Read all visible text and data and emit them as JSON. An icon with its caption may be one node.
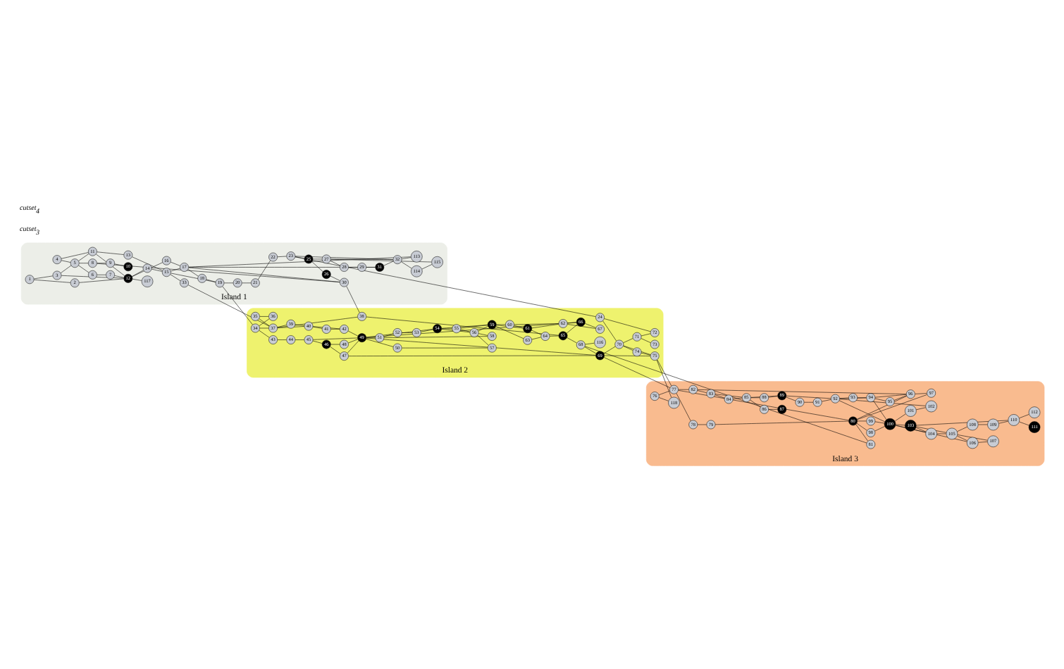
{
  "diagram": {
    "nodes": [
      {
        "text": [
          "Island 1"
        ]
      },
      {
        "text": [
          "Island 2"
        ]
      },
      {
        "text": [
          "Island 3"
        ]
      },
      {
        "text": [
          "1"
        ],
        "in": 0
      },
      {
        "text": [
          "2"
        ],
        "in": 0
      },
      {
        "text": [
          "3"
        ],
        "in": 0
      },
      {
        "text": [
          "4"
        ],
        "in": 0
      },
      {
        "text": [
          "5"
        ],
        "in": 0
      },
      {
        "text": [
          "6"
        ],
        "in": 0
      },
      {
        "text": [
          "7"
        ],
        "in": 0
      },
      {
        "text": [
          "8"
        ],
        "in": 0
      },
      {
        "text": [
          "9"
        ],
        "in": 0
      },
      {
        "text": [
          "10"
        ],
        "in": 0
      },
      {
        "text": [
          "11"
        ],
        "in": 0
      },
      {
        "text": [
          "12"
        ],
        "in": 0
      },
      {
        "text": [
          "13"
        ],
        "in": 0
      },
      {
        "text": [
          "14"
        ],
        "in": 0
      },
      {
        "text": [
          "15"
        ],
        "in": 0
      },
      {
        "text": [
          "16"
        ],
        "in": 0
      },
      {
        "text": [
          "17"
        ],
        "in": 0
      },
      {
        "text": [
          "18"
        ],
        "in": 0
      },
      {
        "text": [
          "19"
        ],
        "in": 0
      },
      {
        "text": [
          "20"
        ],
        "in": 0
      },
      {
        "text": [
          "21"
        ],
        "in": 0
      },
      {
        "text": [
          "22"
        ],
        "in": 0
      },
      {
        "text": [
          "23"
        ],
        "in": 0
      },
      {
        "text": [
          "24"
        ],
        "in": 1
      },
      {
        "text": [
          "25"
        ],
        "in": 0
      },
      {
        "text": [
          "26"
        ],
        "in": 0
      },
      {
        "text": [
          "27"
        ],
        "in": 0
      },
      {
        "text": [
          "28"
        ],
        "in": 0
      },
      {
        "text": [
          "29"
        ],
        "in": 0
      },
      {
        "text": [
          "30"
        ],
        "in": 0
      },
      {
        "text": [
          "31"
        ],
        "in": 0
      },
      {
        "text": [
          "32"
        ],
        "in": 0
      },
      {
        "text": [
          "33"
        ],
        "in": 0
      },
      {
        "text": [
          "34"
        ],
        "in": 1
      },
      {
        "text": [
          "35"
        ],
        "in": 1
      },
      {
        "text": [
          "36"
        ],
        "in": 1
      },
      {
        "text": [
          "37"
        ],
        "in": 1
      },
      {
        "text": [
          "38"
        ],
        "in": 1
      },
      {
        "text": [
          "39"
        ],
        "in": 1
      },
      {
        "text": [
          "40"
        ],
        "in": 1
      },
      {
        "text": [
          "41"
        ],
        "in": 1
      },
      {
        "text": [
          "42"
        ],
        "in": 1
      },
      {
        "text": [
          "43"
        ],
        "in": 1
      },
      {
        "text": [
          "44"
        ],
        "in": 1
      },
      {
        "text": [
          "45"
        ],
        "in": 1
      },
      {
        "text": [
          "46"
        ],
        "in": 1
      },
      {
        "text": [
          "47"
        ],
        "in": 1
      },
      {
        "text": [
          "48"
        ],
        "in": 1
      },
      {
        "text": [
          "49"
        ],
        "in": 1
      },
      {
        "text": [
          "50"
        ],
        "in": 1
      },
      {
        "text": [
          "51"
        ],
        "in": 1
      },
      {
        "text": [
          "52"
        ],
        "in": 1
      },
      {
        "text": [
          "53"
        ],
        "in": 1
      },
      {
        "text": [
          "54"
        ],
        "in": 1
      },
      {
        "text": [
          "55"
        ],
        "in": 1
      },
      {
        "text": [
          "56"
        ],
        "in": 1
      },
      {
        "text": [
          "57"
        ],
        "in": 1
      },
      {
        "text": [
          "58"
        ],
        "in": 1
      },
      {
        "text": [
          "59"
        ],
        "in": 1
      },
      {
        "text": [
          "60"
        ],
        "in": 1
      },
      {
        "text": [
          "61"
        ],
        "in": 1
      },
      {
        "text": [
          "62"
        ],
        "in": 1
      },
      {
        "text": [
          "63"
        ],
        "in": 1
      },
      {
        "text": [
          "64"
        ],
        "in": 1
      },
      {
        "text": [
          "65"
        ],
        "in": 1
      },
      {
        "text": [
          "66"
        ],
        "in": 1
      },
      {
        "text": [
          "67"
        ],
        "in": 1
      },
      {
        "text": [
          "68"
        ],
        "in": 1
      },
      {
        "text": [
          "69"
        ],
        "in": 1
      },
      {
        "text": [
          "70"
        ],
        "in": 1
      },
      {
        "text": [
          "71"
        ],
        "in": 1
      },
      {
        "text": [
          "72"
        ],
        "in": 1
      },
      {
        "text": [
          "73"
        ],
        "in": 1
      },
      {
        "text": [
          "74"
        ],
        "in": 1
      },
      {
        "text": [
          "75"
        ],
        "in": 1
      },
      {
        "text": [
          "76"
        ],
        "in": 2
      },
      {
        "text": [
          "77"
        ],
        "in": 2
      },
      {
        "text": [
          "78"
        ],
        "in": 2
      },
      {
        "text": [
          "79"
        ],
        "in": 2
      },
      {
        "text": [
          "80"
        ],
        "in": 2
      },
      {
        "text": [
          "81"
        ],
        "in": 2
      },
      {
        "text": [
          "82"
        ],
        "in": 2
      },
      {
        "text": [
          "83"
        ],
        "in": 2
      },
      {
        "text": [
          "84"
        ],
        "in": 2
      },
      {
        "text": [
          "85"
        ],
        "in": 2
      },
      {
        "text": [
          "86"
        ],
        "in": 2
      },
      {
        "text": [
          "87"
        ],
        "in": 2
      },
      {
        "text": [
          "88"
        ],
        "in": 2
      },
      {
        "text": [
          "89"
        ],
        "in": 2
      },
      {
        "text": [
          "90"
        ],
        "in": 2
      },
      {
        "text": [
          "91"
        ],
        "in": 2
      },
      {
        "text": [
          "92"
        ],
        "in": 2
      },
      {
        "text": [
          "93"
        ],
        "in": 2
      },
      {
        "text": [
          "94"
        ],
        "in": 2
      },
      {
        "text": [
          "95"
        ],
        "in": 2
      },
      {
        "text": [
          "96"
        ],
        "in": 2
      },
      {
        "text": [
          "97"
        ],
        "in": 2
      },
      {
        "text": [
          "98"
        ],
        "in": 2
      },
      {
        "text": [
          "99"
        ],
        "in": 2
      },
      {
        "text": [
          "100"
        ],
        "in": 2
      },
      {
        "text": [
          "101"
        ],
        "in": 2
      },
      {
        "text": [
          "102"
        ],
        "in": 2
      },
      {
        "text": [
          "103"
        ],
        "in": 2
      },
      {
        "text": [
          "104"
        ],
        "in": 2
      },
      {
        "text": [
          "105"
        ],
        "in": 2
      },
      {
        "text": [
          "106"
        ],
        "in": 2
      },
      {
        "text": [
          "107"
        ],
        "in": 2
      },
      {
        "text": [
          "108"
        ],
        "in": 2
      },
      {
        "text": [
          "109"
        ],
        "in": 2
      },
      {
        "text": [
          "110"
        ],
        "in": 2
      },
      {
        "text": [
          "111"
        ],
        "in": 2
      },
      {
        "text": [
          "112"
        ],
        "in": 2
      },
      {
        "text": [
          "113"
        ],
        "in": 0
      },
      {
        "text": [
          "114"
        ],
        "in": 0
      },
      {
        "text": [
          "115"
        ],
        "in": 0
      },
      {
        "text": [
          "116"
        ],
        "in": 1
      },
      {
        "text": [
          "117"
        ],
        "in": 0
      },
      {
        "text": [
          "118"
        ],
        "in": 2
      }
    ],
    "edges": [
      {
        "from": 3,
        "to": 4,
        "arrow": "none"
      },
      {
        "from": 3,
        "to": 5,
        "arrow": "none"
      },
      {
        "from": 4,
        "to": 14,
        "arrow": "none"
      },
      {
        "from": 5,
        "to": 7,
        "arrow": "none"
      },
      {
        "from": 5,
        "to": 14,
        "arrow": "none"
      },
      {
        "from": 6,
        "to": 7,
        "arrow": "none"
      },
      {
        "from": 6,
        "to": 13,
        "arrow": "none"
      },
      {
        "from": 7,
        "to": 8,
        "arrow": "none"
      },
      {
        "from": 7,
        "to": 13,
        "arrow": "none"
      },
      {
        "from": 7,
        "to": 10,
        "arrow": "none"
      },
      {
        "from": 8,
        "to": 9,
        "arrow": "none"
      },
      {
        "from": 9,
        "to": 14,
        "arrow": "none"
      },
      {
        "from": 10,
        "to": 11,
        "arrow": "none"
      },
      {
        "from": 11,
        "to": 12,
        "arrow": "none"
      },
      {
        "from": 10,
        "to": 32,
        "arrow": "none"
      },
      {
        "from": 13,
        "to": 14,
        "arrow": "none"
      },
      {
        "from": 13,
        "to": 15,
        "arrow": "none"
      },
      {
        "from": 14,
        "to": 16,
        "arrow": "none"
      },
      {
        "from": 14,
        "to": 18,
        "arrow": "none"
      },
      {
        "from": 14,
        "to": 119,
        "arrow": "none"
      },
      {
        "from": 15,
        "to": 17,
        "arrow": "none"
      },
      {
        "from": 16,
        "to": 17,
        "arrow": "none"
      },
      {
        "from": 17,
        "to": 19,
        "arrow": "none"
      },
      {
        "from": 17,
        "to": 21,
        "arrow": "none"
      },
      {
        "from": 17,
        "to": 35,
        "arrow": "none"
      },
      {
        "from": 18,
        "to": 19,
        "arrow": "none"
      },
      {
        "from": 19,
        "to": 20,
        "arrow": "none"
      },
      {
        "from": 19,
        "to": 32,
        "arrow": "none"
      },
      {
        "from": 19,
        "to": 33,
        "arrow": "none"
      },
      {
        "from": 19,
        "to": 115,
        "arrow": "none"
      },
      {
        "from": 20,
        "to": 21,
        "arrow": "none"
      },
      {
        "from": 21,
        "to": 22,
        "arrow": "none"
      },
      {
        "from": 22,
        "to": 23,
        "arrow": "none"
      },
      {
        "from": 23,
        "to": 24,
        "arrow": "none"
      },
      {
        "from": 24,
        "to": 25,
        "arrow": "none"
      },
      {
        "from": 25,
        "to": 26,
        "arrow": "none"
      },
      {
        "from": 25,
        "to": 27,
        "arrow": "none"
      },
      {
        "from": 25,
        "to": 34,
        "arrow": "none"
      },
      {
        "from": 27,
        "to": 28,
        "arrow": "none"
      },
      {
        "from": 27,
        "to": 29,
        "arrow": "none"
      },
      {
        "from": 28,
        "to": 32,
        "arrow": "none"
      },
      {
        "from": 29,
        "to": 30,
        "arrow": "none"
      },
      {
        "from": 29,
        "to": 34,
        "arrow": "none"
      },
      {
        "from": 29,
        "to": 117,
        "arrow": "none"
      },
      {
        "from": 30,
        "to": 31,
        "arrow": "none"
      },
      {
        "from": 31,
        "to": 33,
        "arrow": "none"
      },
      {
        "from": 33,
        "to": 34,
        "arrow": "none"
      },
      {
        "from": 34,
        "to": 115,
        "arrow": "none"
      },
      {
        "from": 34,
        "to": 116,
        "arrow": "none"
      },
      {
        "from": 116,
        "to": 117,
        "arrow": "none"
      },
      {
        "from": 21,
        "to": 36,
        "arrow": "none"
      },
      {
        "from": 35,
        "to": 39,
        "arrow": "none"
      },
      {
        "from": 32,
        "to": 40,
        "arrow": "none"
      },
      {
        "from": 26,
        "to": 72,
        "arrow": "none"
      },
      {
        "from": 26,
        "to": 74,
        "arrow": "none"
      },
      {
        "from": 36,
        "to": 38,
        "arrow": "none"
      },
      {
        "from": 36,
        "to": 39,
        "arrow": "none"
      },
      {
        "from": 36,
        "to": 45,
        "arrow": "none"
      },
      {
        "from": 37,
        "to": 38,
        "arrow": "none"
      },
      {
        "from": 37,
        "to": 39,
        "arrow": "none"
      },
      {
        "from": 39,
        "to": 40,
        "arrow": "none"
      },
      {
        "from": 39,
        "to": 41,
        "arrow": "none"
      },
      {
        "from": 39,
        "to": 42,
        "arrow": "none"
      },
      {
        "from": 40,
        "to": 67,
        "arrow": "none"
      },
      {
        "from": 41,
        "to": 42,
        "arrow": "none"
      },
      {
        "from": 42,
        "to": 43,
        "arrow": "none"
      },
      {
        "from": 42,
        "to": 44,
        "arrow": "none"
      },
      {
        "from": 43,
        "to": 44,
        "arrow": "none"
      },
      {
        "from": 44,
        "to": 51,
        "arrow": "none"
      },
      {
        "from": 45,
        "to": 46,
        "arrow": "none"
      },
      {
        "from": 46,
        "to": 47,
        "arrow": "none"
      },
      {
        "from": 47,
        "to": 48,
        "arrow": "none"
      },
      {
        "from": 47,
        "to": 51,
        "arrow": "none"
      },
      {
        "from": 48,
        "to": 49,
        "arrow": "none"
      },
      {
        "from": 48,
        "to": 50,
        "arrow": "none"
      },
      {
        "from": 49,
        "to": 51,
        "arrow": "none"
      },
      {
        "from": 50,
        "to": 51,
        "arrow": "none"
      },
      {
        "from": 49,
        "to": 71,
        "arrow": "none"
      },
      {
        "from": 51,
        "to": 52,
        "arrow": "none"
      },
      {
        "from": 51,
        "to": 53,
        "arrow": "none"
      },
      {
        "from": 51,
        "to": 56,
        "arrow": "none"
      },
      {
        "from": 51,
        "to": 68,
        "arrow": "none"
      },
      {
        "from": 51,
        "to": 71,
        "arrow": "none"
      },
      {
        "from": 52,
        "to": 59,
        "arrow": "none"
      },
      {
        "from": 53,
        "to": 54,
        "arrow": "none"
      },
      {
        "from": 53,
        "to": 60,
        "arrow": "none"
      },
      {
        "from": 54,
        "to": 55,
        "arrow": "none"
      },
      {
        "from": 55,
        "to": 56,
        "arrow": "none"
      },
      {
        "from": 56,
        "to": 57,
        "arrow": "none"
      },
      {
        "from": 56,
        "to": 58,
        "arrow": "none"
      },
      {
        "from": 56,
        "to": 61,
        "arrow": "none"
      },
      {
        "from": 57,
        "to": 58,
        "arrow": "none"
      },
      {
        "from": 57,
        "to": 61,
        "arrow": "none"
      },
      {
        "from": 58,
        "to": 59,
        "arrow": "none"
      },
      {
        "from": 58,
        "to": 60,
        "arrow": "none"
      },
      {
        "from": 58,
        "to": 61,
        "arrow": "none"
      },
      {
        "from": 61,
        "to": 62,
        "arrow": "none"
      },
      {
        "from": 61,
        "to": 63,
        "arrow": "none"
      },
      {
        "from": 61,
        "to": 65,
        "arrow": "none"
      },
      {
        "from": 62,
        "to": 63,
        "arrow": "none"
      },
      {
        "from": 62,
        "to": 64,
        "arrow": "none"
      },
      {
        "from": 63,
        "to": 64,
        "arrow": "none"
      },
      {
        "from": 63,
        "to": 66,
        "arrow": "none"
      },
      {
        "from": 64,
        "to": 68,
        "arrow": "none"
      },
      {
        "from": 64,
        "to": 69,
        "arrow": "none"
      },
      {
        "from": 65,
        "to": 66,
        "arrow": "none"
      },
      {
        "from": 66,
        "to": 67,
        "arrow": "none"
      },
      {
        "from": 67,
        "to": 68,
        "arrow": "none"
      },
      {
        "from": 67,
        "to": 70,
        "arrow": "none"
      },
      {
        "from": 68,
        "to": 69,
        "arrow": "none"
      },
      {
        "from": 70,
        "to": 71,
        "arrow": "none"
      },
      {
        "from": 70,
        "to": 83,
        "arrow": "none"
      },
      {
        "from": 70,
        "to": 118,
        "arrow": "none"
      },
      {
        "from": 71,
        "to": 72,
        "arrow": "none"
      },
      {
        "from": 71,
        "to": 77,
        "arrow": "none"
      },
      {
        "from": 71,
        "to": 79,
        "arrow": "none"
      },
      {
        "from": 72,
        "to": 73,
        "arrow": "none"
      },
      {
        "from": 72,
        "to": 76,
        "arrow": "none"
      },
      {
        "from": 72,
        "to": 77,
        "arrow": "none"
      },
      {
        "from": 73,
        "to": 74,
        "arrow": "none"
      },
      {
        "from": 73,
        "to": 75,
        "arrow": "none"
      },
      {
        "from": 76,
        "to": 77,
        "arrow": "none"
      },
      {
        "from": 77,
        "to": 79,
        "arrow": "none"
      },
      {
        "from": 77,
        "to": 120,
        "arrow": "none"
      },
      {
        "from": 78,
        "to": 79,
        "arrow": "none"
      },
      {
        "from": 78,
        "to": 120,
        "arrow": "none"
      },
      {
        "from": 79,
        "to": 80,
        "arrow": "none"
      },
      {
        "from": 79,
        "to": 82,
        "arrow": "none"
      },
      {
        "from": 79,
        "to": 84,
        "arrow": "none"
      },
      {
        "from": 80,
        "to": 81,
        "arrow": "none"
      },
      {
        "from": 81,
        "to": 82,
        "arrow": "none"
      },
      {
        "from": 82,
        "to": 83,
        "arrow": "none"
      },
      {
        "from": 82,
        "to": 98,
        "arrow": "none"
      },
      {
        "from": 82,
        "to": 99,
        "arrow": "none"
      },
      {
        "from": 82,
        "to": 100,
        "arrow": "none"
      },
      {
        "from": 82,
        "to": 101,
        "arrow": "none"
      },
      {
        "from": 84,
        "to": 85,
        "arrow": "none"
      },
      {
        "from": 84,
        "to": 98,
        "arrow": "none"
      },
      {
        "from": 85,
        "to": 86,
        "arrow": "none"
      },
      {
        "from": 85,
        "to": 87,
        "arrow": "none"
      },
      {
        "from": 86,
        "to": 87,
        "arrow": "none"
      },
      {
        "from": 87,
        "to": 88,
        "arrow": "none"
      },
      {
        "from": 87,
        "to": 90,
        "arrow": "none"
      },
      {
        "from": 87,
        "to": 91,
        "arrow": "none"
      },
      {
        "from": 88,
        "to": 89,
        "arrow": "none"
      },
      {
        "from": 90,
        "to": 91,
        "arrow": "none"
      },
      {
        "from": 91,
        "to": 92,
        "arrow": "none"
      },
      {
        "from": 91,
        "to": 94,
        "arrow": "none"
      },
      {
        "from": 92,
        "to": 93,
        "arrow": "none"
      },
      {
        "from": 93,
        "to": 94,
        "arrow": "none"
      },
      {
        "from": 94,
        "to": 95,
        "arrow": "none"
      },
      {
        "from": 94,
        "to": 96,
        "arrow": "none"
      },
      {
        "from": 94,
        "to": 102,
        "arrow": "none"
      },
      {
        "from": 94,
        "to": 104,
        "arrow": "none"
      },
      {
        "from": 95,
        "to": 96,
        "arrow": "none"
      },
      {
        "from": 96,
        "to": 97,
        "arrow": "none"
      },
      {
        "from": 96,
        "to": 98,
        "arrow": "none"
      },
      {
        "from": 96,
        "to": 102,
        "arrow": "none"
      },
      {
        "from": 97,
        "to": 98,
        "arrow": "none"
      },
      {
        "from": 98,
        "to": 99,
        "arrow": "none"
      },
      {
        "from": 100,
        "to": 102,
        "arrow": "none"
      },
      {
        "from": 101,
        "to": 102,
        "arrow": "none"
      },
      {
        "from": 102,
        "to": 103,
        "arrow": "none"
      },
      {
        "from": 102,
        "to": 105,
        "arrow": "none"
      },
      {
        "from": 102,
        "to": 106,
        "arrow": "none"
      },
      {
        "from": 102,
        "to": 108,
        "arrow": "none"
      },
      {
        "from": 103,
        "to": 104,
        "arrow": "none"
      },
      {
        "from": 105,
        "to": 106,
        "arrow": "none"
      },
      {
        "from": 105,
        "to": 107,
        "arrow": "none"
      },
      {
        "from": 105,
        "to": 112,
        "arrow": "none"
      },
      {
        "from": 106,
        "to": 107,
        "arrow": "none"
      },
      {
        "from": 107,
        "to": 108,
        "arrow": "none"
      },
      {
        "from": 107,
        "to": 109,
        "arrow": "none"
      },
      {
        "from": 107,
        "to": 110,
        "arrow": "none"
      },
      {
        "from": 108,
        "to": 109,
        "arrow": "none"
      },
      {
        "from": 110,
        "to": 111,
        "arrow": "none"
      },
      {
        "from": 111,
        "to": 112,
        "arrow": "none"
      },
      {
        "from": 112,
        "to": 113,
        "arrow": "none"
      },
      {
        "from": 112,
        "to": 114,
        "arrow": "none"
      }
    ],
    "labels": [
      "cutset$_{3}$",
      "cutset$_{4}$"
    ]
  }
}
